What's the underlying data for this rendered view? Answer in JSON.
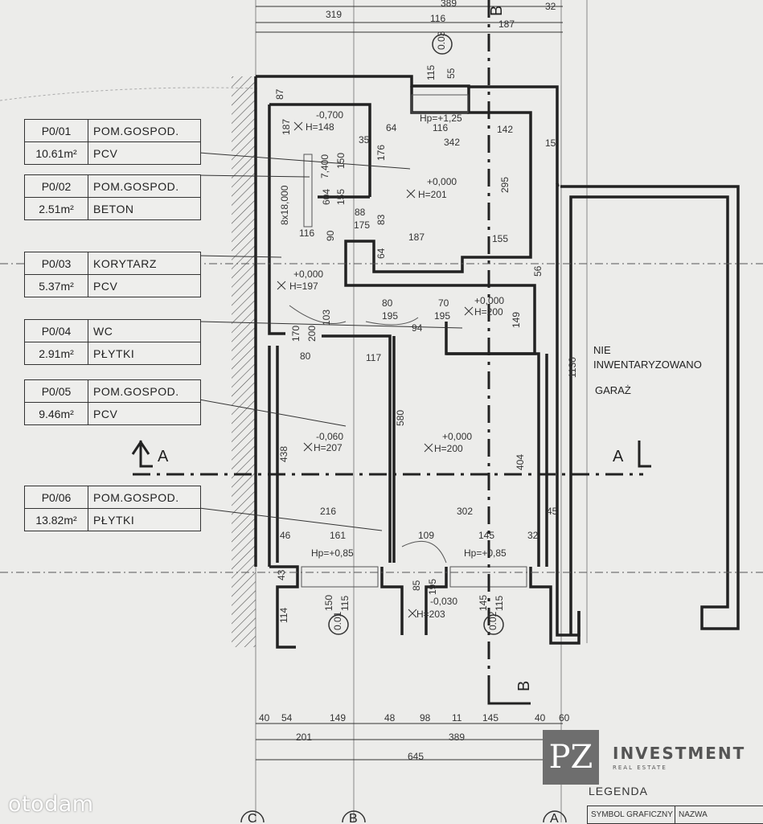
{
  "rooms": [
    {
      "id": "P0/01",
      "name": "POM.GOSPOD.",
      "area": "10.61m²",
      "floor": "PCV"
    },
    {
      "id": "P0/02",
      "name": "POM.GOSPOD.",
      "area": "2.51m²",
      "floor": "BETON"
    },
    {
      "id": "P0/03",
      "name": "KORYTARZ",
      "area": "5.37m²",
      "floor": "PCV"
    },
    {
      "id": "P0/04",
      "name": "WC",
      "area": "2.91m²",
      "floor": "PŁYTKI"
    },
    {
      "id": "P0/05",
      "name": "POM.GOSPOD.",
      "area": "9.46m²",
      "floor": "PCV"
    },
    {
      "id": "P0/06",
      "name": "POM.GOSPOD.",
      "area": "13.82m²",
      "floor": "PŁYTKI"
    }
  ],
  "garage": {
    "line1": "NIE",
    "line2": "INWENTARYZOWANO",
    "line3": "GARAŻ"
  },
  "section_marks": {
    "a_left": "A",
    "a_right": "A",
    "b_top": "B",
    "b_bottom": "B"
  },
  "axes": {
    "c": "C",
    "b": "B",
    "a": "A"
  },
  "levels": {
    "l1": "-0,700",
    "h1": "H=148",
    "l2": "+0,000",
    "h2": "H=201",
    "l3": "+0,000",
    "h3": "H=197",
    "l4": "+0,000",
    "h4": "H=200",
    "l5": "-0,060",
    "h5": "H=207",
    "l6": "+0,000",
    "h6": "H=200",
    "l7": "-0,030",
    "h7": "H=203",
    "hp_top": "Hp=+1,25",
    "hp_left": "Hp=+0,85",
    "hp_right": "Hp=+0,85"
  },
  "window_tags": {
    "w1": "0.03",
    "w2": "0.01",
    "w3": "0.02"
  },
  "dims_top": {
    "d1": "319",
    "d2": "389",
    "d3": "116",
    "d4": "187",
    "d5": "32",
    "d6": "115",
    "d7": "55"
  },
  "dims_bottom": {
    "row1": [
      "40",
      "54",
      "149",
      "48",
      "98",
      "11",
      "145",
      "40",
      "60"
    ],
    "row2": [
      "201",
      "389"
    ],
    "row3": "645"
  },
  "dims_inner": {
    "a": "87",
    "b": "187",
    "c": "64",
    "d": "116",
    "e": "142",
    "f": "342",
    "g": "35",
    "h": "15",
    "i": "176",
    "j": "295",
    "k": "8x18,000",
    "l": "604",
    "m": "7,400",
    "n": "155",
    "o": "150",
    "p": "88",
    "q": "175",
    "r": "83",
    "s": "90",
    "t": "116",
    "u": "187",
    "v": "155",
    "w": "64",
    "x": "56",
    "y": "80",
    "z": "195",
    "aa": "70",
    "ab": "195",
    "ac": "149",
    "ad": "94",
    "ae": "170",
    "af": "200",
    "ag": "103",
    "ah": "80",
    "ai": "117",
    "aj": "438",
    "ak": "580",
    "al": "404",
    "am": "1130",
    "an": "216",
    "ao": "302",
    "ap": "45",
    "aq": "46",
    "ar": "161",
    "as": "109",
    "at": "145",
    "au": "32",
    "av": "150",
    "aw": "115",
    "ax": "85",
    "ay": "195",
    "az": "145",
    "ba": "115",
    "bb": "114",
    "bc": "43"
  },
  "legend": {
    "title": "LEGENDA",
    "col1": "SYMBOL GRAFICZNY",
    "col2": "NAZWA"
  },
  "logo": {
    "mark": "PZ",
    "name": "INVESTMENT",
    "sub": "REAL ESTATE"
  },
  "watermark": "otodam"
}
